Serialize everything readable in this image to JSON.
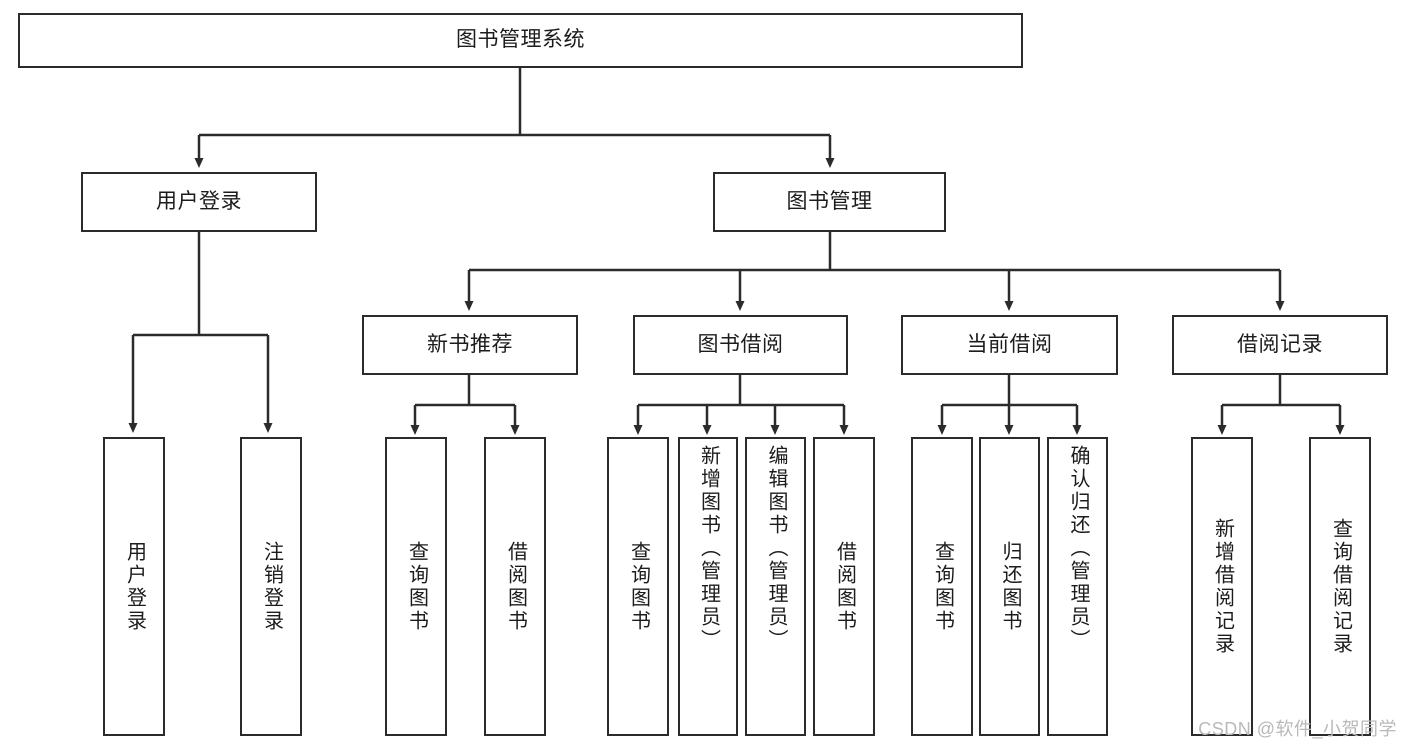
{
  "diagram": {
    "type": "tree-hierarchy-chart",
    "title_node": "图书管理系统",
    "colors": {
      "background": "#ffffff",
      "border": "#2b2b2b",
      "text": "#1c1c1c",
      "connector": "#2b2b2b",
      "watermark": "#b9b9b9"
    },
    "levels": {
      "level1": [
        "图书管理系统"
      ],
      "level2": [
        "用户登录",
        "图书管理"
      ],
      "level3": [
        "新书推荐",
        "图书借阅",
        "当前借阅",
        "借阅记录"
      ],
      "level4": [
        "用户登录",
        "注销登录",
        "查询图书",
        "借阅图书",
        "查询图书",
        "新增图书（管理员）",
        "编辑图书（管理员）",
        "借阅图书",
        "查询图书",
        "归还图书",
        "确认归还（管理员）",
        "新增借阅记录",
        "查询借阅记录"
      ]
    },
    "nodes": {
      "root": {
        "label": "图书管理系统"
      },
      "user_login": {
        "label": "用户登录"
      },
      "book_manage": {
        "label": "图书管理"
      },
      "new_book_rec": {
        "label": "新书推荐"
      },
      "book_borrow": {
        "label": "图书借阅"
      },
      "current_borrow": {
        "label": "当前借阅"
      },
      "borrow_record": {
        "label": "借阅记录"
      },
      "leaf_user_login": {
        "label": "用户登录"
      },
      "leaf_logout": {
        "label": "注销登录"
      },
      "leaf_query_book_a": {
        "label": "查询图书"
      },
      "leaf_borrow_book_a": {
        "label": "借阅图书"
      },
      "leaf_query_book_b": {
        "label": "查询图书"
      },
      "leaf_add_book": {
        "label": "新增图书（管理员）"
      },
      "leaf_edit_book": {
        "label": "编辑图书（管理员）"
      },
      "leaf_borrow_book_b": {
        "label": "借阅图书"
      },
      "leaf_query_book_c": {
        "label": "查询图书"
      },
      "leaf_return_book": {
        "label": "归还图书"
      },
      "leaf_confirm_return": {
        "label": "确认归还（管理员）"
      },
      "leaf_add_record": {
        "label": "新增借阅记录"
      },
      "leaf_query_record": {
        "label": "查询借阅记录"
      }
    },
    "edges": [
      {
        "from": "图书管理系统",
        "to": "用户登录"
      },
      {
        "from": "图书管理系统",
        "to": "图书管理"
      },
      {
        "from": "用户登录",
        "to": "用户登录"
      },
      {
        "from": "用户登录",
        "to": "注销登录"
      },
      {
        "from": "图书管理",
        "to": "新书推荐"
      },
      {
        "from": "图书管理",
        "to": "图书借阅"
      },
      {
        "from": "图书管理",
        "to": "当前借阅"
      },
      {
        "from": "图书管理",
        "to": "借阅记录"
      },
      {
        "from": "新书推荐",
        "to": "查询图书"
      },
      {
        "from": "新书推荐",
        "to": "借阅图书"
      },
      {
        "from": "图书借阅",
        "to": "查询图书"
      },
      {
        "from": "图书借阅",
        "to": "新增图书（管理员）"
      },
      {
        "from": "图书借阅",
        "to": "编辑图书（管理员）"
      },
      {
        "from": "图书借阅",
        "to": "借阅图书"
      },
      {
        "from": "当前借阅",
        "to": "查询图书"
      },
      {
        "from": "当前借阅",
        "to": "归还图书"
      },
      {
        "from": "当前借阅",
        "to": "确认归还（管理员）"
      },
      {
        "from": "借阅记录",
        "to": "新增借阅记录"
      },
      {
        "from": "借阅记录",
        "to": "查询借阅记录"
      }
    ]
  },
  "watermark": {
    "text": "CSDN @软件_小贺同学"
  }
}
